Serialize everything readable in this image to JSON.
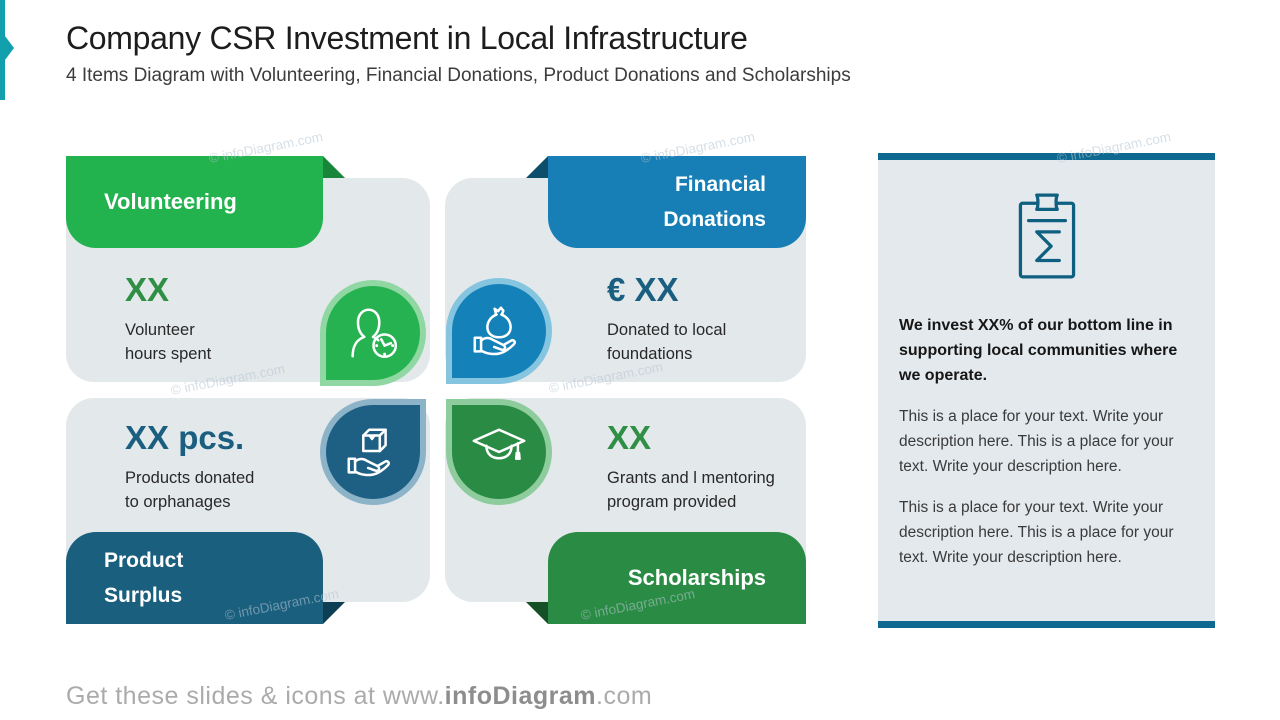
{
  "slide": {
    "title": "Company CSR Investment in Local Infrastructure",
    "subtitle": "4 Items Diagram with Volunteering, Financial Donations, Product Donations and Scholarships"
  },
  "quadrants": {
    "volunteering": {
      "tab": "Volunteering",
      "value": "XX",
      "desc1": "Volunteer",
      "desc2": "hours spent",
      "icon": "person-clock-icon",
      "color": "#22b24e"
    },
    "financial": {
      "tab_line1": "Financial",
      "tab_line2": "Donations",
      "value": "€ XX",
      "desc1": "Donated to local",
      "desc2": "foundations",
      "icon": "moneybag-hand-icon",
      "color": "#177fb5"
    },
    "product": {
      "tab_line1": "Product",
      "tab_line2": "Surplus",
      "value": "XX pcs.",
      "desc1": "Products donated",
      "desc2": "to orphanages",
      "icon": "box-hand-icon",
      "color": "#1a5f7e"
    },
    "scholarships": {
      "tab": "Scholarships",
      "value": "XX",
      "desc1": "Grants and l mentoring",
      "desc2": "program provided",
      "icon": "graduation-cap-icon",
      "color": "#2a8c44"
    }
  },
  "summary": {
    "icon": "sigma-clipboard-icon",
    "heading": "We invest XX% of our bottom line in supporting local communities where we operate.",
    "para1": "This is a place for your text. Write your description here. This is a place for your text. Write your description here.",
    "para2": "This is a place for your text. Write your description here. This is a place for your text. Write your description here.",
    "bar_color": "#0d6990"
  },
  "footer": {
    "prefix": "Get these slides & icons at www.",
    "brand": "infoDiagram",
    "suffix": ".com"
  },
  "watermark": "© infoDiagram.com",
  "accent_color": "#12a0ae",
  "card_background": "#e3e8eb"
}
